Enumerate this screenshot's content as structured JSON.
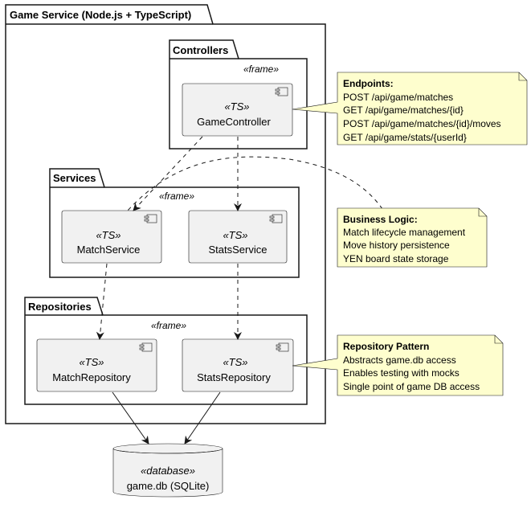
{
  "outer_package": {
    "title": "Game Service (Node.js + TypeScript)"
  },
  "controllers": {
    "title": "Controllers",
    "stereotype": "«frame»",
    "components": [
      {
        "stereotype": "«TS»",
        "name": "GameController"
      }
    ]
  },
  "services": {
    "title": "Services",
    "stereotype": "«frame»",
    "components": [
      {
        "stereotype": "«TS»",
        "name": "MatchService"
      },
      {
        "stereotype": "«TS»",
        "name": "StatsService"
      }
    ]
  },
  "repositories": {
    "title": "Repositories",
    "stereotype": "«frame»",
    "components": [
      {
        "stereotype": "«TS»",
        "name": "MatchRepository"
      },
      {
        "stereotype": "«TS»",
        "name": "StatsRepository"
      }
    ]
  },
  "database": {
    "stereotype": "«database»",
    "name": "game.db (SQLite)"
  },
  "notes": [
    {
      "title": "Endpoints:",
      "lines": [
        "POST /api/game/matches",
        "GET /api/game/matches/{id}",
        "POST /api/game/matches/{id}/moves",
        "GET /api/game/stats/{userId}"
      ]
    },
    {
      "title": "Business Logic:",
      "lines": [
        "Match lifecycle management",
        "Move history persistence",
        "YEN board state storage"
      ]
    },
    {
      "title": "Repository Pattern",
      "lines": [
        "Abstracts game.db access",
        "Enables testing with mocks",
        "Single point of game DB access"
      ]
    }
  ],
  "colors": {
    "component_fill": "#f1f1f1",
    "note_fill": "#fefece",
    "stroke": "#181818"
  }
}
